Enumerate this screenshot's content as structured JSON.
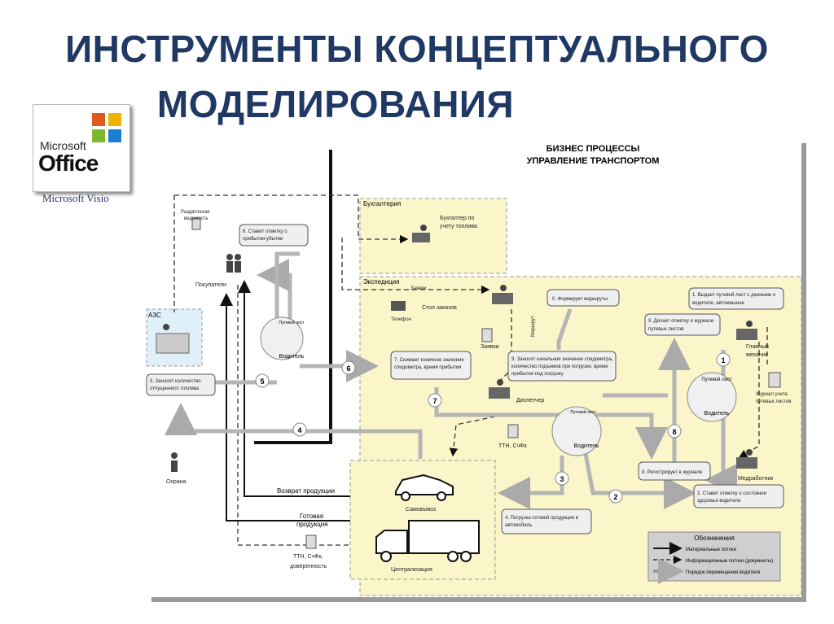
{
  "title": {
    "line1": "ИНСТРУМЕНТЫ КОНЦЕПТУАЛЬНОГО",
    "line2": "МОДЕЛИРОВАНИЯ"
  },
  "logo": {
    "brand_small": "Microsoft",
    "brand_big": "Office",
    "caption": "Microsoft Visio"
  },
  "diagram": {
    "heading1": "БИЗНЕС ПРОЦЕССЫ",
    "heading2": "УПРАВЛЕНИЕ ТРАНСПОРТОМ",
    "zones": {
      "accounting": "Бухгалтерия",
      "expedition": "Экспедиция",
      "gas_station": "АЗС"
    },
    "actors": {
      "accountant": "Бухгалтер по учету топлива",
      "buyers": "Покупатели",
      "order_desk": "Стол заказов",
      "phone": "Телефон",
      "dispatcher": "Диспетчер",
      "driver": "Водитель",
      "waybill": "Путевой лист",
      "chief_mechanic": "Главный механик",
      "medic": "Медработник",
      "guard": "Охрана",
      "self_pickup": "Самовывоз",
      "centralization": "Централизация"
    },
    "documents": {
      "dispatch_sheet": "Раздаточная ведомость",
      "requests_top": "Заявки",
      "requests_doc": "Заявки",
      "route": "Маршрут",
      "ttn_sf": "ТТН, СчФк",
      "ttn_sf_power": "ТТН, СчФк, доверенность",
      "waybill_journal": "Журнал учета путевых листов",
      "return_products": "Возврат продукции",
      "ready_products": "Готовая продукция"
    },
    "steps": {
      "s6_mark": "6. Ставит отметку о прибытии-убытии",
      "s0": "0. Формирует маршруты",
      "s1": "1. Выдает путевой лист с данными о водителе, автомашине",
      "s9": "9. Делает отметку в журнале путевых листов",
      "s7": "7. Снимает конечное значение спидометра, время прибытия",
      "s3": "3. Заносит начальное значение спидометра, количество подъемов при погрузке, время прибытия под погрузку",
      "s5": "5. Заносит количество отпущенного топлива",
      "s8": "8. Регистрирует в журнале",
      "s2": "2. Ставит отметку о состоянии здоровья водителя",
      "s4": "4. Погрузка готовой продукции в автомобиль"
    },
    "flow_numbers": [
      "1",
      "2",
      "3",
      "4",
      "5",
      "6",
      "7",
      "8"
    ],
    "legend": {
      "title": "Обозначения",
      "material": "Материальные потоки",
      "info": "Информационные потоки (документы)",
      "driver_order": "Порядок перемещения водителя"
    }
  },
  "colors": {
    "title": "#1f3864",
    "zone_fill": "#fbf6c9",
    "zone_border": "#999999",
    "box_fill": "#efefef",
    "arrow_grey": "#b5b5b5"
  }
}
